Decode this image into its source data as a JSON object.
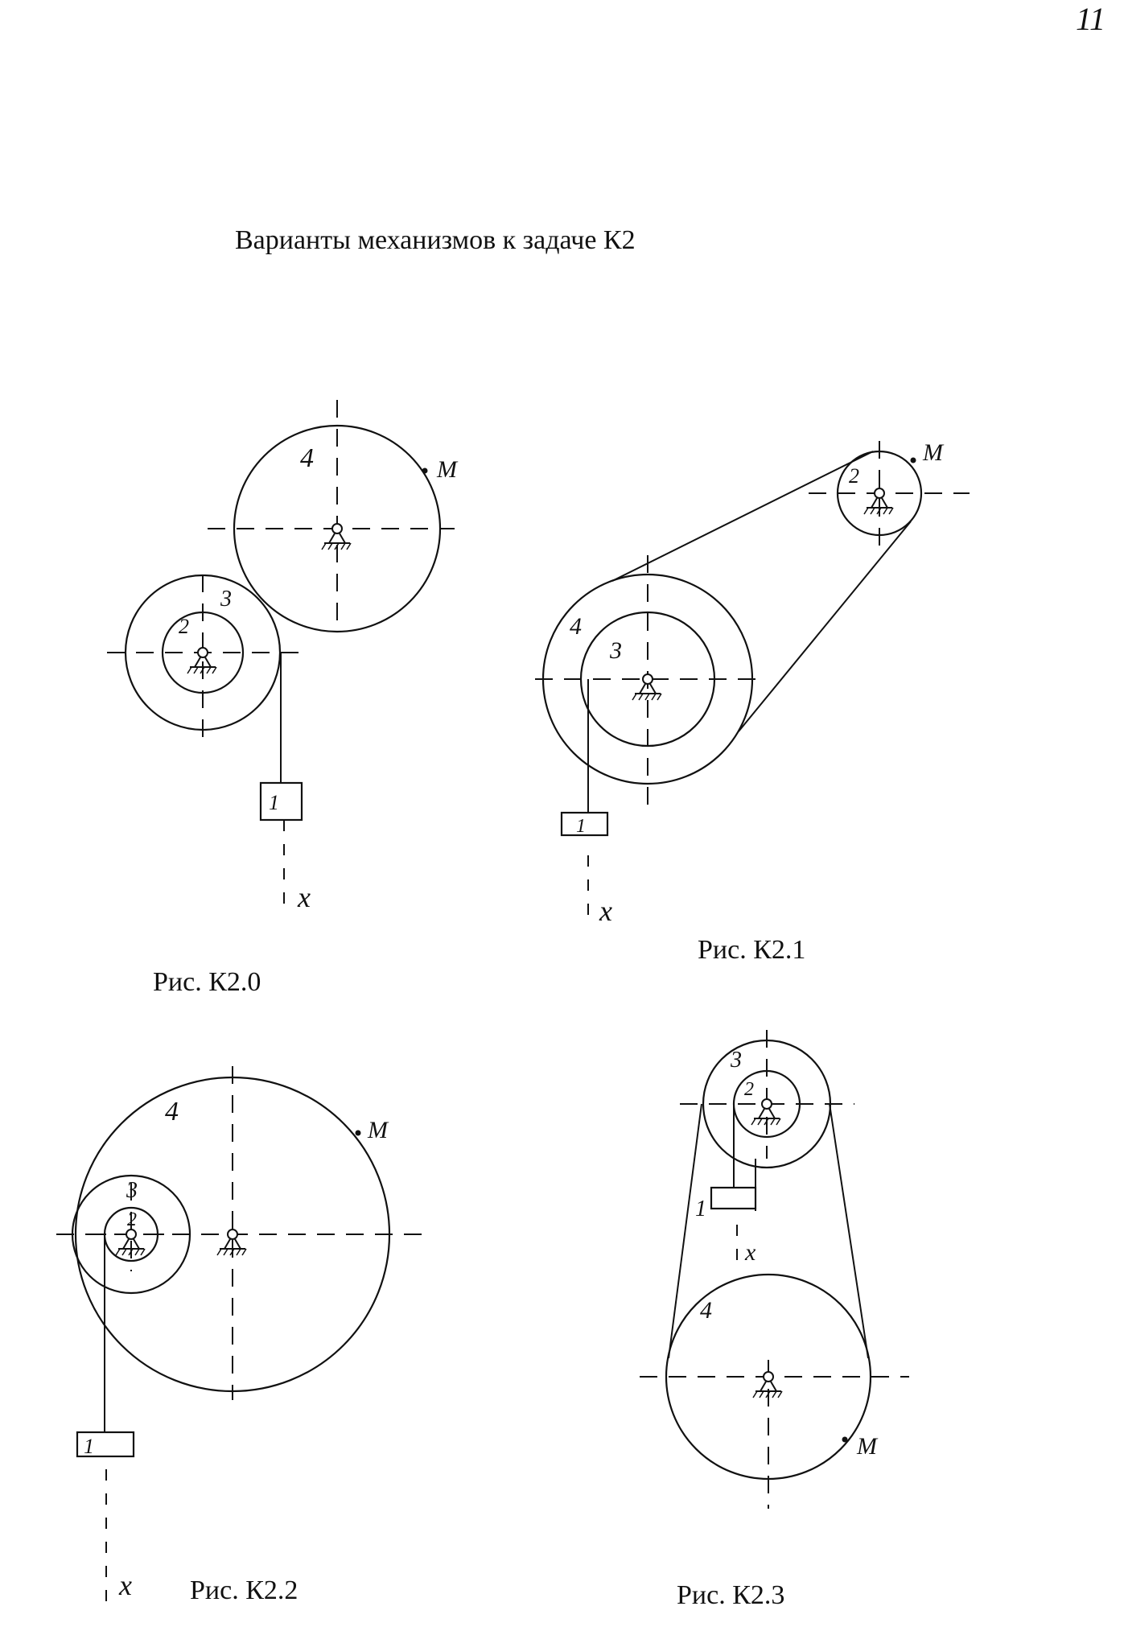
{
  "page_number": "11",
  "heading": "Варианты механизмов к задаче К2",
  "figures": [
    {
      "caption": "Рис. К2.0",
      "labels": {
        "body1": "1",
        "wheel2": "2",
        "wheel3": "3",
        "wheel4": "4",
        "point": "M",
        "axis": "x"
      }
    },
    {
      "caption": "Рис. К2.1",
      "labels": {
        "body1": "1",
        "wheel2": "2",
        "wheel3": "3",
        "wheel4": "4",
        "point": "M",
        "axis": "x"
      }
    },
    {
      "caption": "Рис. К2.2",
      "labels": {
        "body1": "1",
        "wheel2": "2",
        "wheel3": "3",
        "wheel4": "4",
        "point": "M",
        "axis": "x"
      }
    },
    {
      "caption": "Рис. К2.3",
      "labels": {
        "body1": "1",
        "wheel2": "2",
        "wheel3": "3",
        "wheel4": "4",
        "point": "M",
        "axis": "x"
      }
    }
  ]
}
